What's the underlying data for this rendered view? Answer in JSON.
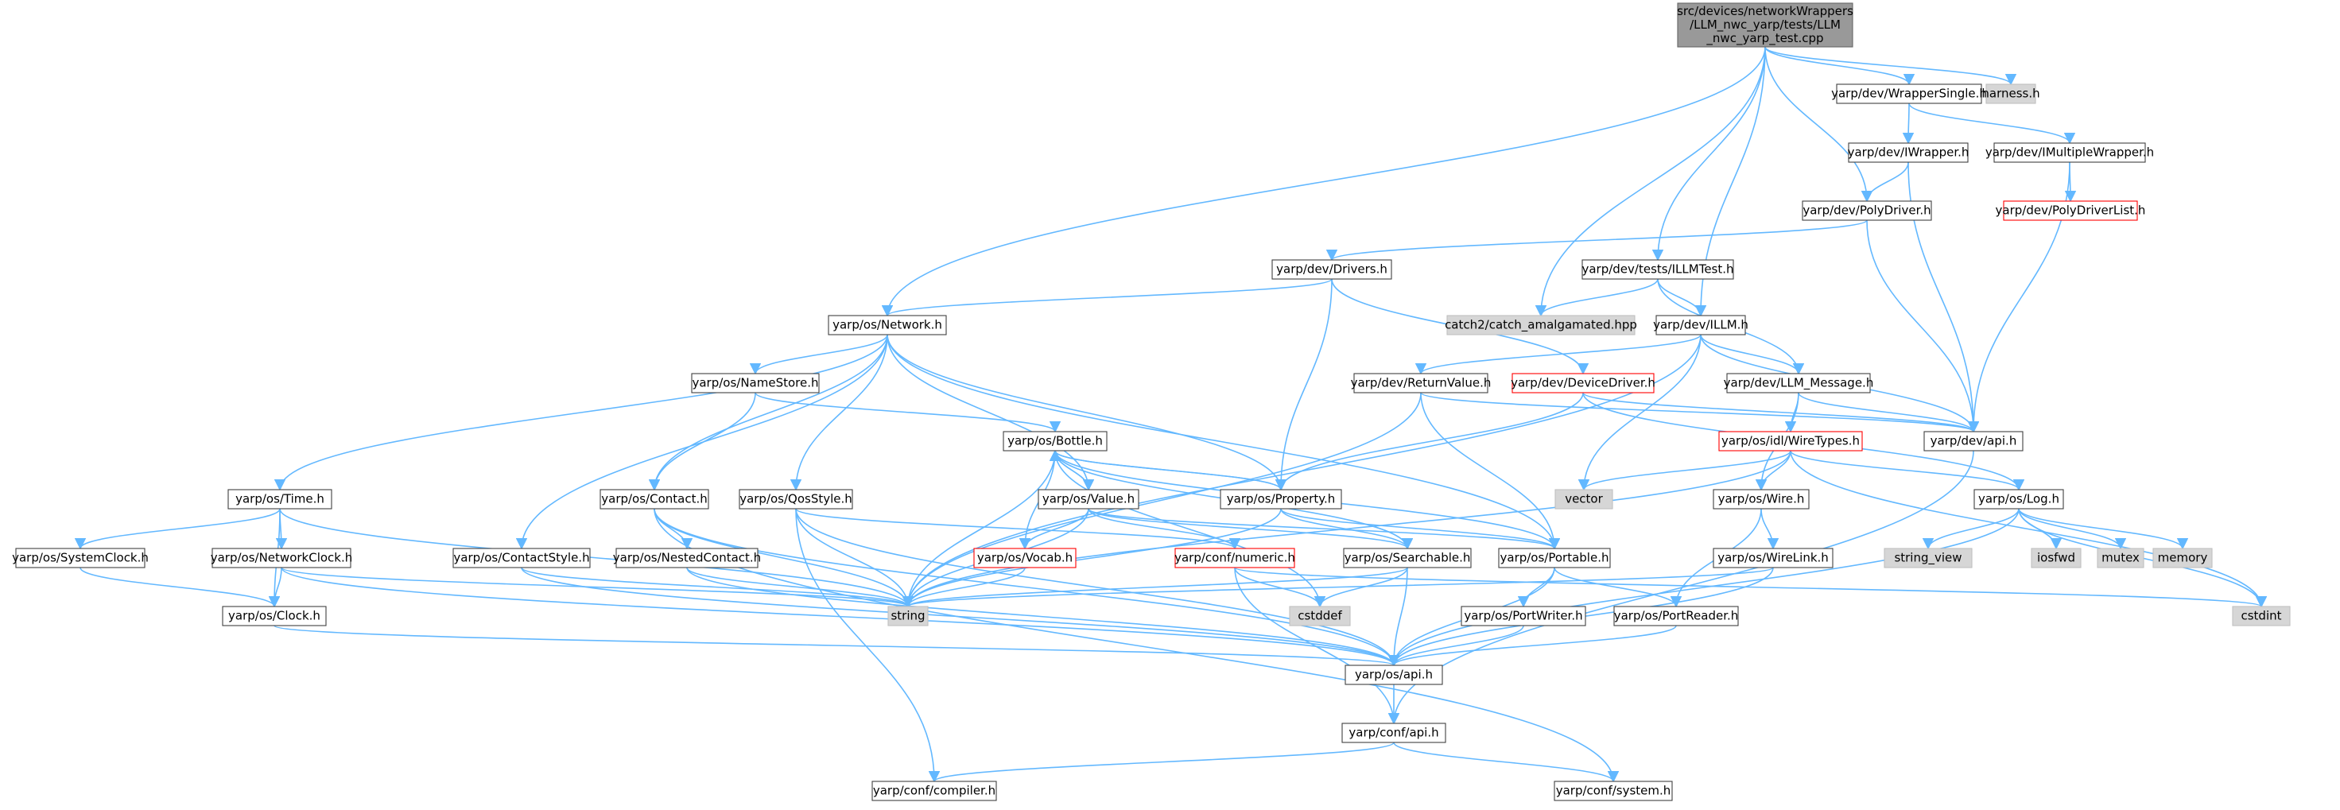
{
  "nodes": [
    {
      "id": "root",
      "lines": [
        "src/devices/networkWrappers",
        "/LLM_nwc_yarp/tests/LLM",
        "_nwc_yarp_test.cpp"
      ],
      "style": "root"
    },
    {
      "id": "wrapper_single",
      "lines": [
        "yarp/dev/WrapperSingle.h"
      ],
      "style": "white"
    },
    {
      "id": "harness",
      "lines": [
        "harness.h"
      ],
      "style": "gray"
    },
    {
      "id": "iwrapper",
      "lines": [
        "yarp/dev/IWrapper.h"
      ],
      "style": "white"
    },
    {
      "id": "imultiple",
      "lines": [
        "yarp/dev/IMultipleWrapper.h"
      ],
      "style": "white"
    },
    {
      "id": "polydriverlist",
      "lines": [
        "yarp/dev/PolyDriverList.h"
      ],
      "style": "red"
    },
    {
      "id": "polydriver",
      "lines": [
        "yarp/dev/PolyDriver.h"
      ],
      "style": "white"
    },
    {
      "id": "drivers",
      "lines": [
        "yarp/dev/Drivers.h"
      ],
      "style": "white"
    },
    {
      "id": "illmtest",
      "lines": [
        "yarp/dev/tests/ILLMTest.h"
      ],
      "style": "white"
    },
    {
      "id": "catch2",
      "lines": [
        "catch2/catch_amalgamated.hpp"
      ],
      "style": "gray"
    },
    {
      "id": "illm",
      "lines": [
        "yarp/dev/ILLM.h"
      ],
      "style": "white"
    },
    {
      "id": "network",
      "lines": [
        "yarp/os/Network.h"
      ],
      "style": "white"
    },
    {
      "id": "namestore",
      "lines": [
        "yarp/os/NameStore.h"
      ],
      "style": "white"
    },
    {
      "id": "returnvalue",
      "lines": [
        "yarp/dev/ReturnValue.h"
      ],
      "style": "white"
    },
    {
      "id": "devicedriver",
      "lines": [
        "yarp/dev/DeviceDriver.h"
      ],
      "style": "red"
    },
    {
      "id": "llm_message",
      "lines": [
        "yarp/dev/LLM_Message.h"
      ],
      "style": "white"
    },
    {
      "id": "dev_api",
      "lines": [
        "yarp/dev/api.h"
      ],
      "style": "white"
    },
    {
      "id": "bottle",
      "lines": [
        "yarp/os/Bottle.h"
      ],
      "style": "white"
    },
    {
      "id": "wiretypes",
      "lines": [
        "yarp/os/idl/WireTypes.h"
      ],
      "style": "red"
    },
    {
      "id": "vector",
      "lines": [
        "vector"
      ],
      "style": "gray"
    },
    {
      "id": "time",
      "lines": [
        "yarp/os/Time.h"
      ],
      "style": "white"
    },
    {
      "id": "contact",
      "lines": [
        "yarp/os/Contact.h"
      ],
      "style": "white"
    },
    {
      "id": "qosstyle",
      "lines": [
        "yarp/os/QosStyle.h"
      ],
      "style": "white"
    },
    {
      "id": "value",
      "lines": [
        "yarp/os/Value.h"
      ],
      "style": "white"
    },
    {
      "id": "property",
      "lines": [
        "yarp/os/Property.h"
      ],
      "style": "white"
    },
    {
      "id": "wire",
      "lines": [
        "yarp/os/Wire.h"
      ],
      "style": "white"
    },
    {
      "id": "log",
      "lines": [
        "yarp/os/Log.h"
      ],
      "style": "white"
    },
    {
      "id": "systemclock",
      "lines": [
        "yarp/os/SystemClock.h"
      ],
      "style": "white"
    },
    {
      "id": "networkclock",
      "lines": [
        "yarp/os/NetworkClock.h"
      ],
      "style": "white"
    },
    {
      "id": "contactstyle",
      "lines": [
        "yarp/os/ContactStyle.h"
      ],
      "style": "white"
    },
    {
      "id": "nestedcontact",
      "lines": [
        "yarp/os/NestedContact.h"
      ],
      "style": "white"
    },
    {
      "id": "vocab",
      "lines": [
        "yarp/os/Vocab.h"
      ],
      "style": "red"
    },
    {
      "id": "numeric",
      "lines": [
        "yarp/conf/numeric.h"
      ],
      "style": "red"
    },
    {
      "id": "searchable",
      "lines": [
        "yarp/os/Searchable.h"
      ],
      "style": "white"
    },
    {
      "id": "portable",
      "lines": [
        "yarp/os/Portable.h"
      ],
      "style": "white"
    },
    {
      "id": "wirelink",
      "lines": [
        "yarp/os/WireLink.h"
      ],
      "style": "white"
    },
    {
      "id": "string_view",
      "lines": [
        "string_view"
      ],
      "style": "gray"
    },
    {
      "id": "iosfwd",
      "lines": [
        "iosfwd"
      ],
      "style": "gray"
    },
    {
      "id": "mutex",
      "lines": [
        "mutex"
      ],
      "style": "gray"
    },
    {
      "id": "memory",
      "lines": [
        "memory"
      ],
      "style": "gray"
    },
    {
      "id": "clock",
      "lines": [
        "yarp/os/Clock.h"
      ],
      "style": "white"
    },
    {
      "id": "string",
      "lines": [
        "string"
      ],
      "style": "gray"
    },
    {
      "id": "cstddef",
      "lines": [
        "cstddef"
      ],
      "style": "gray"
    },
    {
      "id": "portwriter",
      "lines": [
        "yarp/os/PortWriter.h"
      ],
      "style": "white"
    },
    {
      "id": "portreader",
      "lines": [
        "yarp/os/PortReader.h"
      ],
      "style": "white"
    },
    {
      "id": "cstdint",
      "lines": [
        "cstdint"
      ],
      "style": "gray"
    },
    {
      "id": "os_api",
      "lines": [
        "yarp/os/api.h"
      ],
      "style": "white"
    },
    {
      "id": "conf_api",
      "lines": [
        "yarp/conf/api.h"
      ],
      "style": "white"
    },
    {
      "id": "compiler",
      "lines": [
        "yarp/conf/compiler.h"
      ],
      "style": "white"
    },
    {
      "id": "system",
      "lines": [
        "yarp/conf/system.h"
      ],
      "style": "white"
    }
  ],
  "edges": [
    [
      "root",
      "network"
    ],
    [
      "root",
      "catch2"
    ],
    [
      "root",
      "illmtest"
    ],
    [
      "root",
      "illm"
    ],
    [
      "root",
      "polydriver"
    ],
    [
      "root",
      "wrapper_single"
    ],
    [
      "root",
      "harness"
    ],
    [
      "wrapper_single",
      "iwrapper"
    ],
    [
      "wrapper_single",
      "imultiple"
    ],
    [
      "imultiple",
      "polydriverlist"
    ],
    [
      "imultiple",
      "dev_api"
    ],
    [
      "iwrapper",
      "polydriver"
    ],
    [
      "iwrapper",
      "dev_api"
    ],
    [
      "polydriver",
      "drivers"
    ],
    [
      "polydriver",
      "dev_api"
    ],
    [
      "drivers",
      "network"
    ],
    [
      "drivers",
      "devicedriver"
    ],
    [
      "drivers",
      "property"
    ],
    [
      "illmtest",
      "catch2"
    ],
    [
      "illmtest",
      "illm"
    ],
    [
      "illmtest",
      "llm_message"
    ],
    [
      "illm",
      "returnvalue"
    ],
    [
      "illm",
      "llm_message"
    ],
    [
      "illm",
      "dev_api"
    ],
    [
      "illm",
      "vector"
    ],
    [
      "illm",
      "string"
    ],
    [
      "network",
      "time"
    ],
    [
      "network",
      "namestore"
    ],
    [
      "network",
      "contact"
    ],
    [
      "network",
      "contactstyle"
    ],
    [
      "network",
      "qosstyle"
    ],
    [
      "network",
      "value"
    ],
    [
      "network",
      "property"
    ],
    [
      "network",
      "portable"
    ],
    [
      "namestore",
      "contact"
    ],
    [
      "namestore",
      "bottle"
    ],
    [
      "returnvalue",
      "dev_api"
    ],
    [
      "returnvalue",
      "portable"
    ],
    [
      "returnvalue",
      "string"
    ],
    [
      "devicedriver",
      "dev_api"
    ],
    [
      "devicedriver",
      "property"
    ],
    [
      "devicedriver",
      "log"
    ],
    [
      "llm_message",
      "dev_api"
    ],
    [
      "llm_message",
      "wiretypes"
    ],
    [
      "llm_message",
      "wire"
    ],
    [
      "dev_api",
      "conf_api"
    ],
    [
      "bottle",
      "value"
    ],
    [
      "bottle",
      "property"
    ],
    [
      "bottle",
      "vocab"
    ],
    [
      "bottle",
      "searchable"
    ],
    [
      "bottle",
      "portable"
    ],
    [
      "bottle",
      "string"
    ],
    [
      "bottle",
      "cstddef"
    ],
    [
      "wiretypes",
      "wire"
    ],
    [
      "wiretypes",
      "log"
    ],
    [
      "wiretypes",
      "vector"
    ],
    [
      "wiretypes",
      "string"
    ],
    [
      "wiretypes",
      "cstdint"
    ],
    [
      "time",
      "systemclock"
    ],
    [
      "time",
      "networkclock"
    ],
    [
      "time",
      "clock"
    ],
    [
      "time",
      "string"
    ],
    [
      "contact",
      "nestedcontact"
    ],
    [
      "contact",
      "string"
    ],
    [
      "contact",
      "os_api"
    ],
    [
      "contact",
      "system"
    ],
    [
      "qosstyle",
      "numeric"
    ],
    [
      "qosstyle",
      "string"
    ],
    [
      "qosstyle",
      "os_api"
    ],
    [
      "value",
      "bottle"
    ],
    [
      "value",
      "vocab"
    ],
    [
      "value",
      "numeric"
    ],
    [
      "value",
      "searchable"
    ],
    [
      "value",
      "portable"
    ],
    [
      "value",
      "string"
    ],
    [
      "property",
      "bottle"
    ],
    [
      "property",
      "searchable"
    ],
    [
      "property",
      "portable"
    ],
    [
      "property",
      "string"
    ],
    [
      "wire",
      "wirelink"
    ],
    [
      "wire",
      "portreader"
    ],
    [
      "log",
      "string_view"
    ],
    [
      "log",
      "iosfwd"
    ],
    [
      "log",
      "mutex"
    ],
    [
      "log",
      "memory"
    ],
    [
      "log",
      "cstdint"
    ],
    [
      "log",
      "os_api"
    ],
    [
      "systemclock",
      "clock"
    ],
    [
      "networkclock",
      "clock"
    ],
    [
      "networkclock",
      "string"
    ],
    [
      "networkclock",
      "os_api"
    ],
    [
      "contactstyle",
      "string"
    ],
    [
      "contactstyle",
      "os_api"
    ],
    [
      "nestedcontact",
      "string"
    ],
    [
      "nestedcontact",
      "os_api"
    ],
    [
      "vocab",
      "string"
    ],
    [
      "numeric",
      "cstddef"
    ],
    [
      "numeric",
      "cstdint"
    ],
    [
      "numeric",
      "conf_api"
    ],
    [
      "searchable",
      "string"
    ],
    [
      "searchable",
      "cstddef"
    ],
    [
      "searchable",
      "os_api"
    ],
    [
      "portable",
      "portwriter"
    ],
    [
      "portable",
      "portreader"
    ],
    [
      "portable",
      "os_api"
    ],
    [
      "wirelink",
      "string"
    ],
    [
      "wirelink",
      "os_api"
    ],
    [
      "clock",
      "os_api"
    ],
    [
      "portwriter",
      "os_api"
    ],
    [
      "portreader",
      "os_api"
    ],
    [
      "os_api",
      "conf_api"
    ],
    [
      "conf_api",
      "compiler"
    ],
    [
      "conf_api",
      "system"
    ],
    [
      "qosstyle",
      "compiler"
    ]
  ]
}
